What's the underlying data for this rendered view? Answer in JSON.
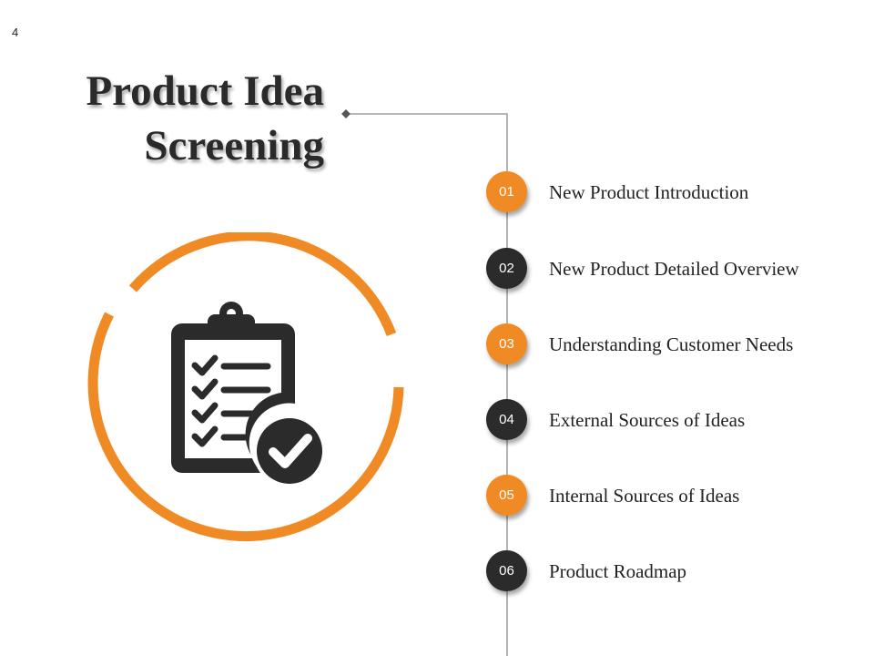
{
  "page": {
    "number": "4"
  },
  "title": {
    "line1": "Product Idea",
    "line2": "Screening"
  },
  "colors": {
    "accent": "#f08a24",
    "dark": "#2b2b2b",
    "line": "#8a8a8a"
  },
  "illustration": {
    "icon": "clipboard-checklist-icon"
  },
  "steps": [
    {
      "number": "01",
      "label": "New Product Introduction",
      "style": "accent"
    },
    {
      "number": "02",
      "label": "New Product Detailed Overview",
      "style": "dark"
    },
    {
      "number": "03",
      "label": "Understanding Customer Needs",
      "style": "accent"
    },
    {
      "number": "04",
      "label": "External Sources of Ideas",
      "style": "dark"
    },
    {
      "number": "05",
      "label": "Internal Sources of Ideas",
      "style": "accent"
    },
    {
      "number": "06",
      "label": "Product Roadmap",
      "style": "dark"
    }
  ]
}
